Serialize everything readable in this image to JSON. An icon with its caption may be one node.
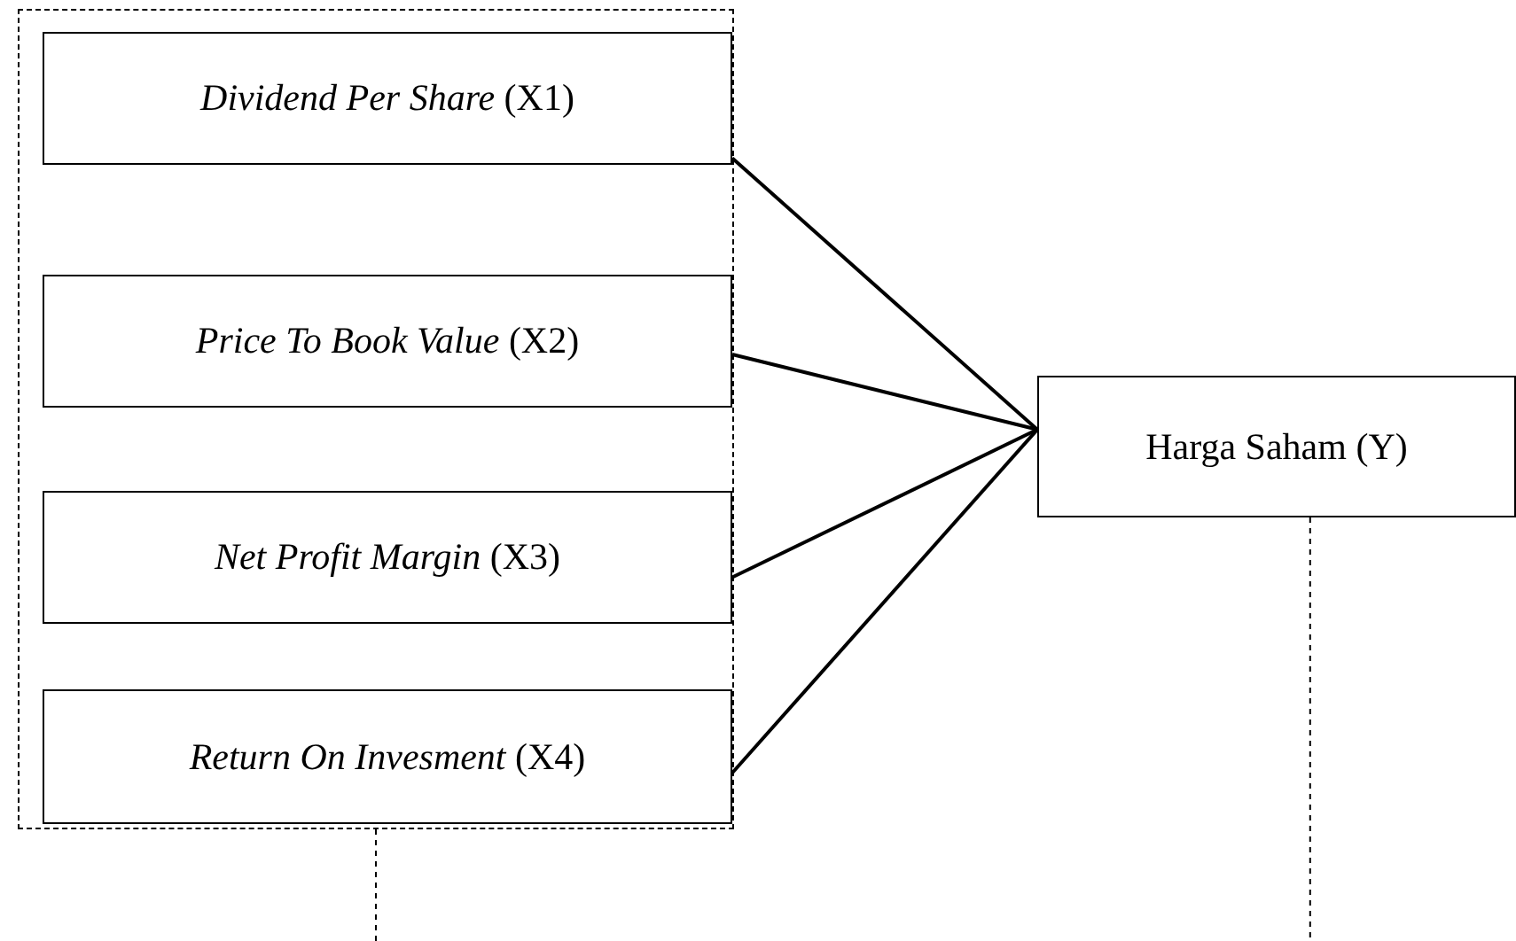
{
  "diagram": {
    "nodes": [
      {
        "text": [],
        "shape": "box"
      },
      {
        "text": [
          "*Dividend Per Share* (X1)"
        ],
        "in": 0
      },
      {
        "text": [
          "*Price To Book Value* (X2)"
        ],
        "in": 0
      },
      {
        "text": [
          "*Net Profit Margin* (X3)"
        ],
        "in": 0
      },
      {
        "text": [
          "*Return On Invesment* (X4)"
        ],
        "in": 0
      },
      {
        "text": [
          "Harga Saham (Y)"
        ]
      }
    ],
    "edges": [
      {
        "from": 1,
        "to": 5,
        "arrow": "none"
      },
      {
        "from": 2,
        "to": 5,
        "arrow": "none"
      },
      {
        "from": 3,
        "to": 5,
        "arrow": "none"
      },
      {
        "from": 4,
        "to": 5,
        "arrow": "none"
      },
      {
        "from": 0,
        "to": null,
        "arrow": "none",
        "style": "dashed"
      },
      {
        "from": 5,
        "to": null,
        "arrow": "none",
        "style": "dashed"
      }
    ]
  }
}
